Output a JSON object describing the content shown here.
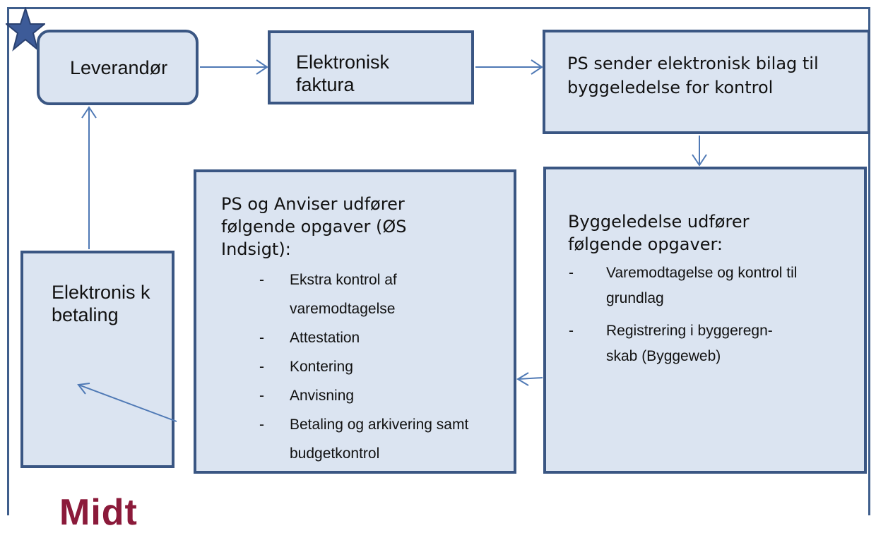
{
  "nodes": {
    "supplier": "Leverandør",
    "einvoice": "Elektronisk faktura",
    "ps_sends": "PS sender elektronisk bilag til byggeledelse for kontrol",
    "construction": {
      "heading": "Byggeledelse udfører følgende opgaver:",
      "items": [
        "Varemodtagelse og kontrol til grundlag",
        "Registrering i byggeregn-skab (Byggeweb)"
      ]
    },
    "ps_approver": {
      "heading": "PS og Anviser udfører følgende opgaver (ØS Indsigt):",
      "items": [
        "Ekstra kontrol af varemodtagelse",
        "Attestation",
        "Kontering",
        "Anvisning",
        "Betaling og arkivering samt budgetkontrol"
      ]
    },
    "epayment": "Elektronis k betaling"
  },
  "list_marker": "-",
  "logo_text": "Midt",
  "colors": {
    "box_fill": "#dbe4f1",
    "box_border": "#3a5683",
    "arrow": "#4f79b5",
    "frame": "#3f5e8c",
    "star": "#3d5b98",
    "logo": "#8b1a3a"
  },
  "icons": {
    "corner": "star-icon"
  }
}
